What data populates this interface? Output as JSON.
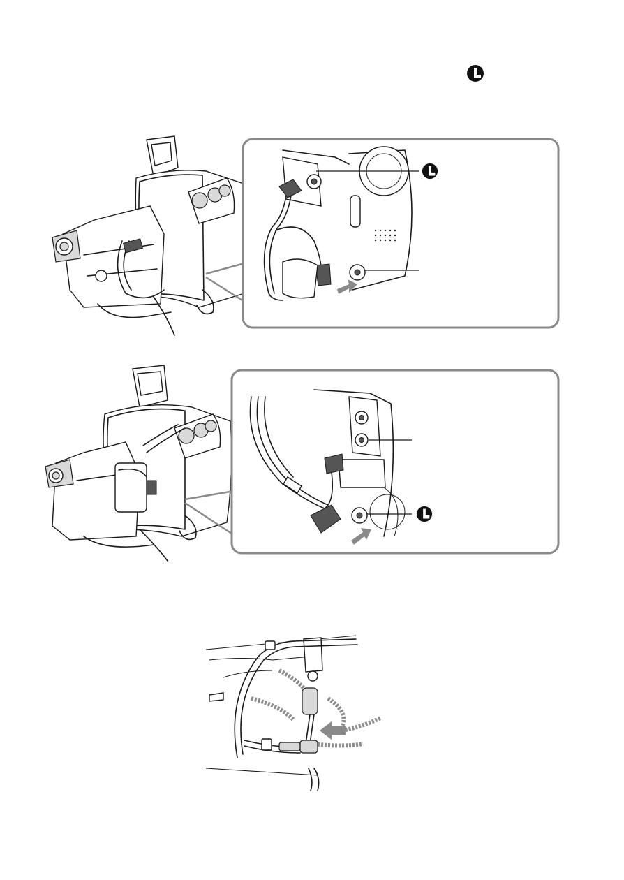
{
  "page": {
    "header_icon": "lanc-jack-icon"
  },
  "figures": [
    {
      "id": "figure-1",
      "main_view": "camcorder-in-housing-with-monitor-open",
      "detail_view": "cable-plugged-into-lanc-and-av-jacks",
      "icons": [
        "lanc-jack-icon"
      ]
    },
    {
      "id": "figure-2",
      "main_view": "camcorder-in-housing-rear-view",
      "detail_view": "cable-plugged-into-jacks-side-view",
      "icons": [
        "lanc-jack-icon"
      ]
    },
    {
      "id": "figure-3",
      "main_view": "cable-routing-detail"
    }
  ],
  "colors": {
    "callout_border": "#8a8a8a",
    "line_art": "#1a1a1a",
    "arrow": "#8a8a8a"
  }
}
